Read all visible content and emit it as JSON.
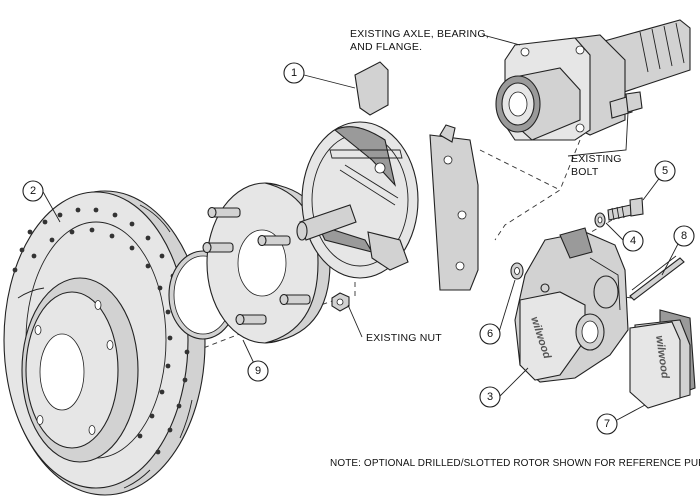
{
  "labels": {
    "axle": "EXISTING AXLE, BEARING,",
    "axle_line2": "AND FLANGE.",
    "bolt": "EXISTING",
    "bolt_line2": "BOLT",
    "nut": "EXISTING NUT",
    "note": "NOTE: OPTIONAL DRILLED/SLOTTED ROTOR SHOWN FOR REFERENCE PURPOSES"
  },
  "callouts": {
    "c1": "1",
    "c2": "2",
    "c3": "3",
    "c4": "4",
    "c5": "5",
    "c6": "6",
    "c7": "7",
    "c8": "8",
    "c9": "9"
  },
  "logos": {
    "caliper": "wilwood",
    "pads": "wilwood"
  },
  "colors": {
    "line": "#222222",
    "part_fill": "#d2d2d2",
    "background": "#ffffff"
  }
}
